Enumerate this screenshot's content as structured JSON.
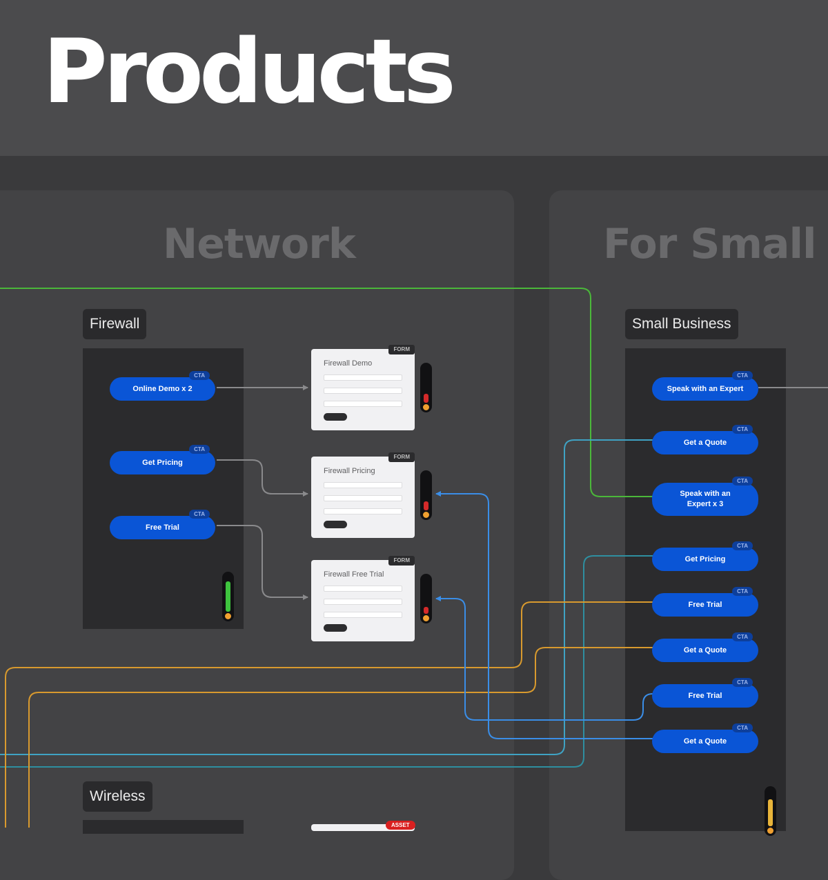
{
  "page": {
    "title": "Products"
  },
  "sections": [
    {
      "title": "Network"
    },
    {
      "title": "For Small B"
    }
  ],
  "groups": [
    {
      "label": "Firewall"
    },
    {
      "label": "Small Business"
    },
    {
      "label": "Wireless"
    }
  ],
  "ctas": [
    {
      "label": "Online Demo x 2",
      "tag": "CTA"
    },
    {
      "label": "Get Pricing",
      "tag": "CTA"
    },
    {
      "label": "Free Trial",
      "tag": "CTA"
    },
    {
      "label": "Speak with an Expert",
      "tag": "CTA"
    },
    {
      "label": "Get a Quote",
      "tag": "CTA"
    },
    {
      "label": "Speak with an Expert x 3",
      "tag": "CTA"
    },
    {
      "label": "Get Pricing",
      "tag": "CTA"
    },
    {
      "label": "Free Trial",
      "tag": "CTA"
    },
    {
      "label": "Get a Quote",
      "tag": "CTA"
    },
    {
      "label": "Free Trial",
      "tag": "CTA"
    },
    {
      "label": "Get a Quote",
      "tag": "CTA"
    }
  ],
  "forms": [
    {
      "title": "Firewall Demo",
      "tag": "FORM",
      "level": 0.25
    },
    {
      "title": "Firewall Pricing",
      "tag": "FORM",
      "level": 0.25
    },
    {
      "title": "Firewall Free Trial",
      "tag": "FORM",
      "level": 0.2
    }
  ],
  "group_gauges": [
    {
      "group": "Firewall",
      "level": 0.85,
      "color": "#3ec43e"
    },
    {
      "group": "Small Business",
      "level": 0.75,
      "color": "#e8b43a"
    }
  ],
  "asset": {
    "tag": "ASSET"
  },
  "connector_colors": {
    "neutral": "#8a8a8c",
    "green": "#4bb83a",
    "cyan": "#3fa3c4",
    "blue": "#3a8ee8",
    "orange": "#d99a2e",
    "teal": "#2e8fa0"
  }
}
